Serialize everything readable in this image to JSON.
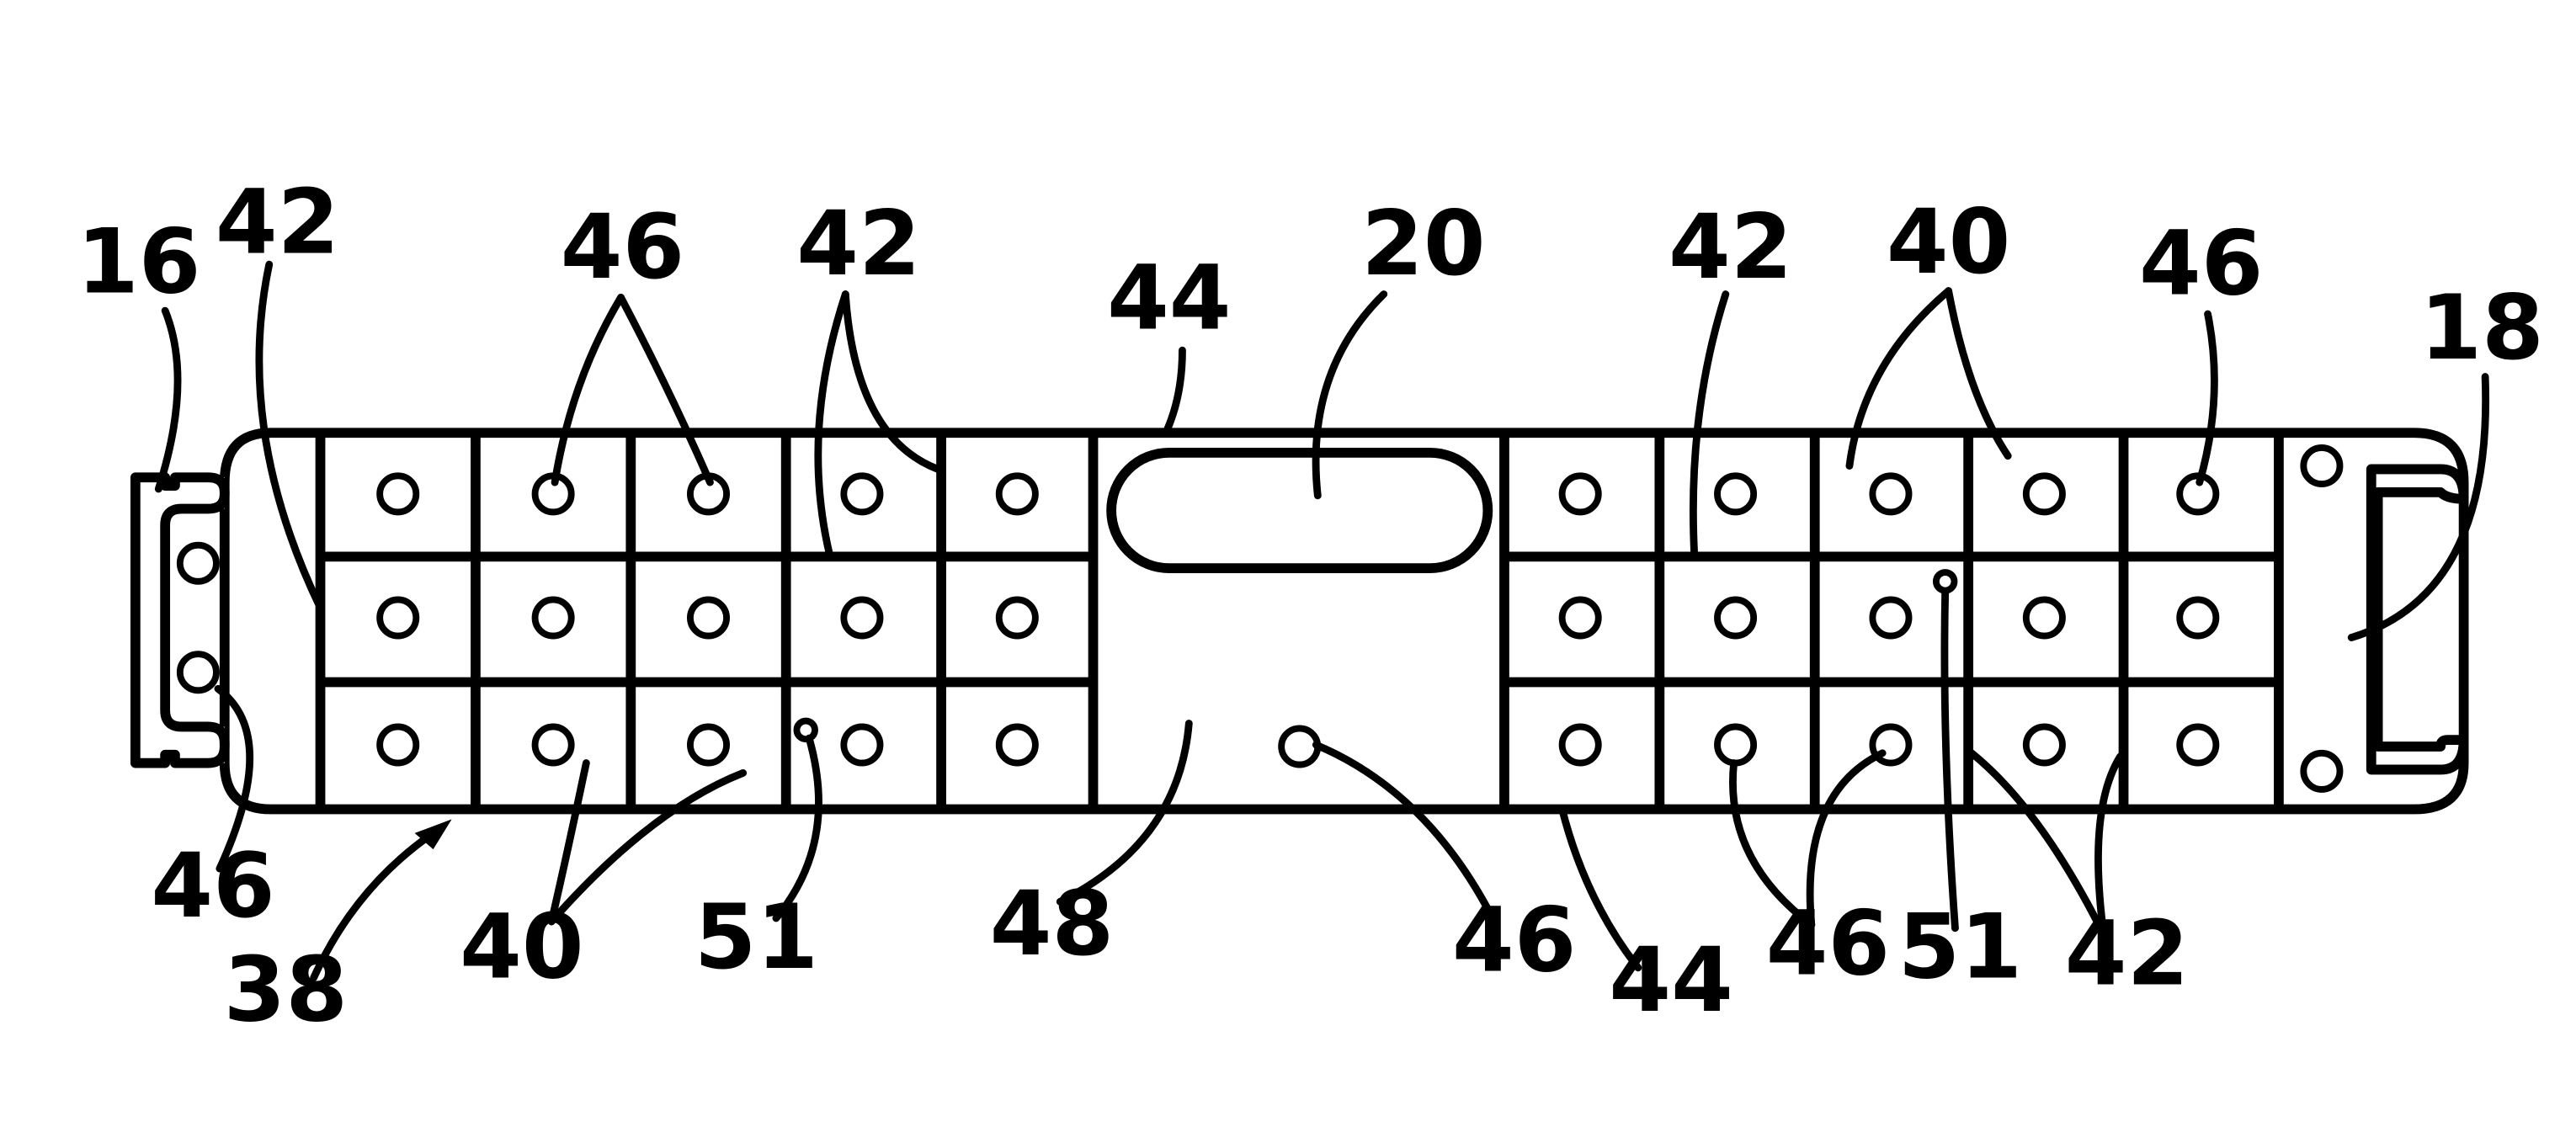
{
  "figure": {
    "callouts": {
      "label_16": "16",
      "label_42_a": "42",
      "label_46_a": "46",
      "label_42_b": "42",
      "label_44_a": "44",
      "label_20": "20",
      "label_42_c": "42",
      "label_40_a": "40",
      "label_46_b": "46",
      "label_18": "18",
      "label_46_c": "46",
      "label_38": "38",
      "label_40_b": "40",
      "label_51_a": "51",
      "label_48": "48",
      "label_46_d": "46",
      "label_44_b": "44",
      "label_46_e": "46",
      "label_51_b": "51",
      "label_42_d": "42"
    },
    "grid": {
      "rows": 3,
      "left_panel_columns": 5,
      "right_panel_columns": 5
    }
  }
}
